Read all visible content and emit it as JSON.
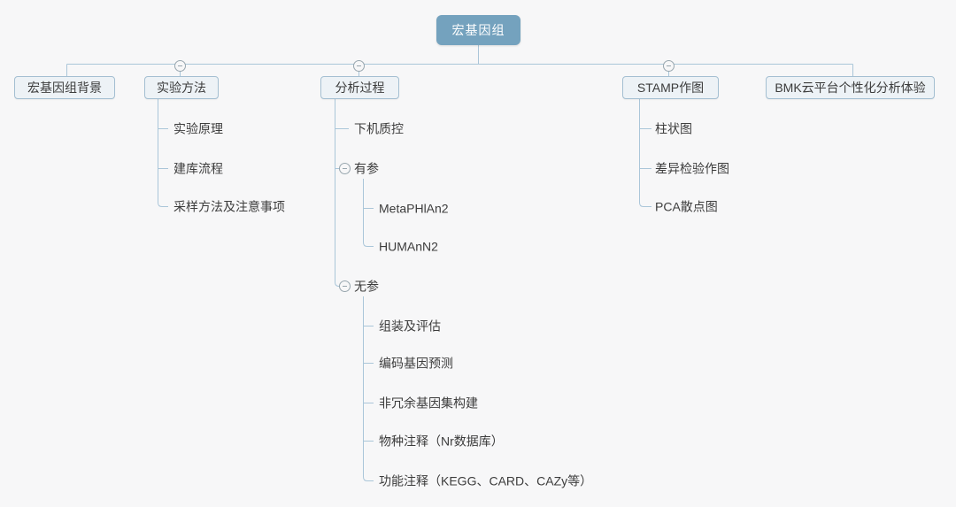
{
  "colors": {
    "canvas_bg": "#f7f7f8",
    "root_bg": "#74a2be",
    "root_text": "#ffffff",
    "node_bg": "#edf2f6",
    "node_border": "#a4bfd2",
    "line": "#aac6d9",
    "text": "#3c3c3c",
    "collapse": "#98a6ae"
  },
  "root": {
    "label": "宏基因组"
  },
  "branches": [
    {
      "label": "宏基因组背景",
      "children": []
    },
    {
      "label": "实验方法",
      "collapsed": false,
      "children": [
        {
          "label": "实验原理"
        },
        {
          "label": "建库流程"
        },
        {
          "label": "采样方法及注意事项"
        }
      ]
    },
    {
      "label": "分析过程",
      "collapsed": false,
      "children": [
        {
          "label": "下机质控"
        },
        {
          "label": "有参",
          "collapsed": false,
          "children": [
            {
              "label": "MetaPHlAn2"
            },
            {
              "label": "HUMAnN2"
            }
          ]
        },
        {
          "label": "无参",
          "collapsed": false,
          "children": [
            {
              "label": "组装及评估"
            },
            {
              "label": "编码基因预测"
            },
            {
              "label": "非冗余基因集构建"
            },
            {
              "label": "物种注释（Nr数据库）"
            },
            {
              "label": "功能注释（KEGG、CARD、CAZy等）"
            }
          ]
        }
      ]
    },
    {
      "label": "STAMP作图",
      "collapsed": false,
      "children": [
        {
          "label": "柱状图"
        },
        {
          "label": "差异检验作图"
        },
        {
          "label": "PCA散点图"
        }
      ]
    },
    {
      "label": "BMK云平台个性化分析体验",
      "children": []
    }
  ]
}
